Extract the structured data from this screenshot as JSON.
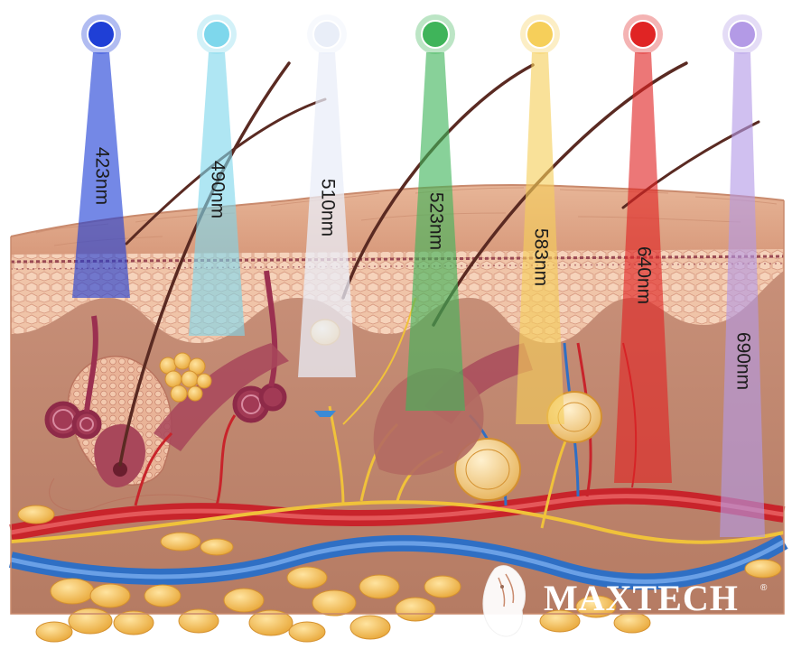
{
  "wavelengths": [
    {
      "label": "423nm",
      "color": "#1f3fd6"
    },
    {
      "label": "490nm",
      "color": "#7ed7ec"
    },
    {
      "label": "510nm",
      "color": "#e9eef8"
    },
    {
      "label": "523nm",
      "color": "#3fb45a"
    },
    {
      "label": "583nm",
      "color": "#f6cf5a"
    },
    {
      "label": "640nm",
      "color": "#e02424"
    },
    {
      "label": "690nm",
      "color": "#b39ae6"
    }
  ],
  "brand": {
    "name": "MAXTECH",
    "mark": "®"
  },
  "colors": {
    "dermis": "#c98f78",
    "epidermis": "#e9b79b",
    "artery": "#c8242b",
    "vein": "#2f6fc4",
    "nerve": "#f0c23a",
    "fat": "#f4bf4f"
  }
}
